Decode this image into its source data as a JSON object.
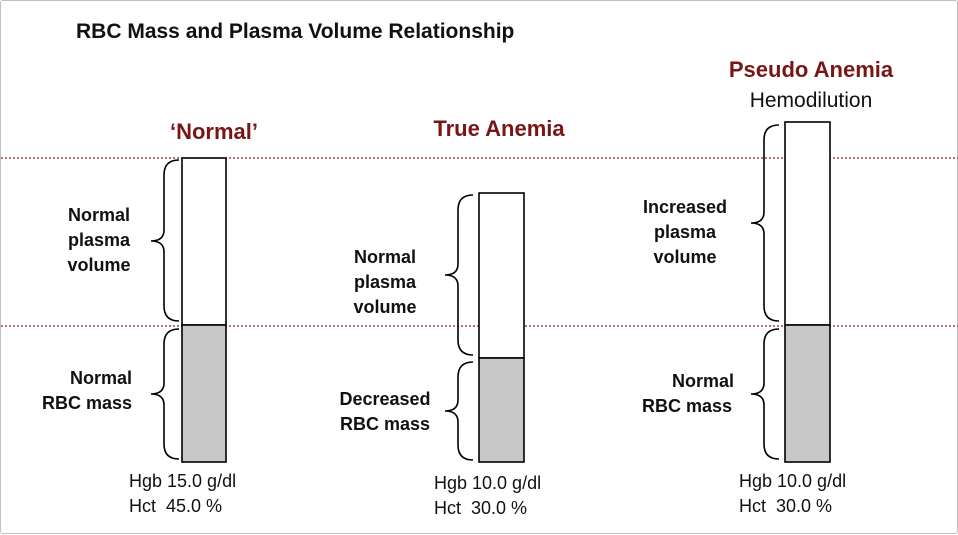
{
  "title": "RBC Mass and Plasma Volume Relationship",
  "colors": {
    "heading": "#7a1515",
    "rbc_fill": "#c8c8c8",
    "reference_line": "#8b1a1a"
  },
  "columns": [
    {
      "heading": "‘Normal’",
      "subheading": "",
      "plasma_label": [
        "Normal",
        "plasma",
        "volume"
      ],
      "rbc_label": [
        "Normal",
        "RBC mass"
      ],
      "hgb": "Hgb 15.0 g/dl",
      "hct": "Hct  45.0 %",
      "plasma_volume": "normal",
      "rbc_mass": "normal"
    },
    {
      "heading": "True Anemia",
      "subheading": "",
      "plasma_label": [
        "Normal",
        "plasma",
        "volume"
      ],
      "rbc_label": [
        "Decreased",
        "RBC mass"
      ],
      "hgb": "Hgb 10.0 g/dl",
      "hct": "Hct  30.0 %",
      "plasma_volume": "normal",
      "rbc_mass": "decreased"
    },
    {
      "heading": "Pseudo Anemia",
      "subheading": "Hemodilution",
      "plasma_label": [
        "Increased",
        "plasma",
        "volume"
      ],
      "rbc_label": [
        "Normal",
        "RBC mass"
      ],
      "hgb": "Hgb 10.0 g/dl",
      "hct": "Hct  30.0 %",
      "plasma_volume": "increased",
      "rbc_mass": "normal"
    }
  ]
}
